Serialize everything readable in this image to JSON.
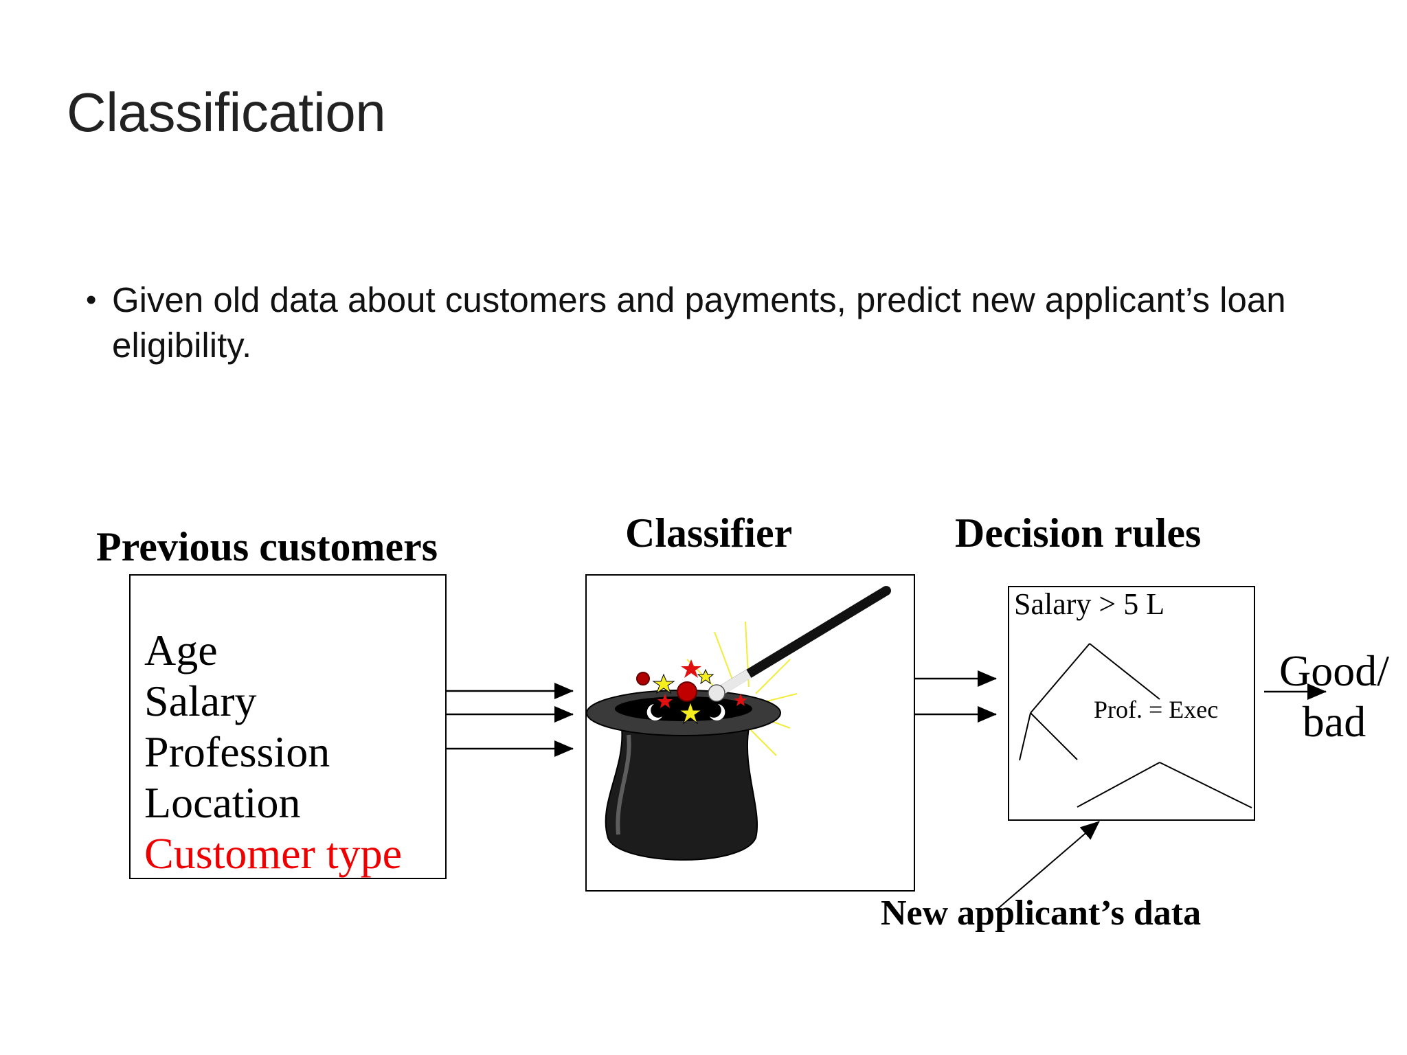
{
  "slide": {
    "title": "Classification",
    "bullet": "Given old data about customers and payments, predict new applicant’s loan eligibility."
  },
  "diagram": {
    "previous_customers": {
      "heading": "Previous customers",
      "attributes": [
        "Age",
        "Salary",
        "Profession",
        "Location"
      ],
      "target_attribute": "Customer type",
      "target_color": "#ee0000"
    },
    "classifier": {
      "heading": "Classifier",
      "illustration": "magic-hat-with-wand-icon"
    },
    "decision_rules": {
      "heading": "Decision rules",
      "rule_root": "Salary > 5 L",
      "rule_branch": "Prof. =  Exec"
    },
    "result": {
      "line1": "Good/",
      "line2": "bad"
    },
    "new_data_label": "New applicant’s data"
  }
}
